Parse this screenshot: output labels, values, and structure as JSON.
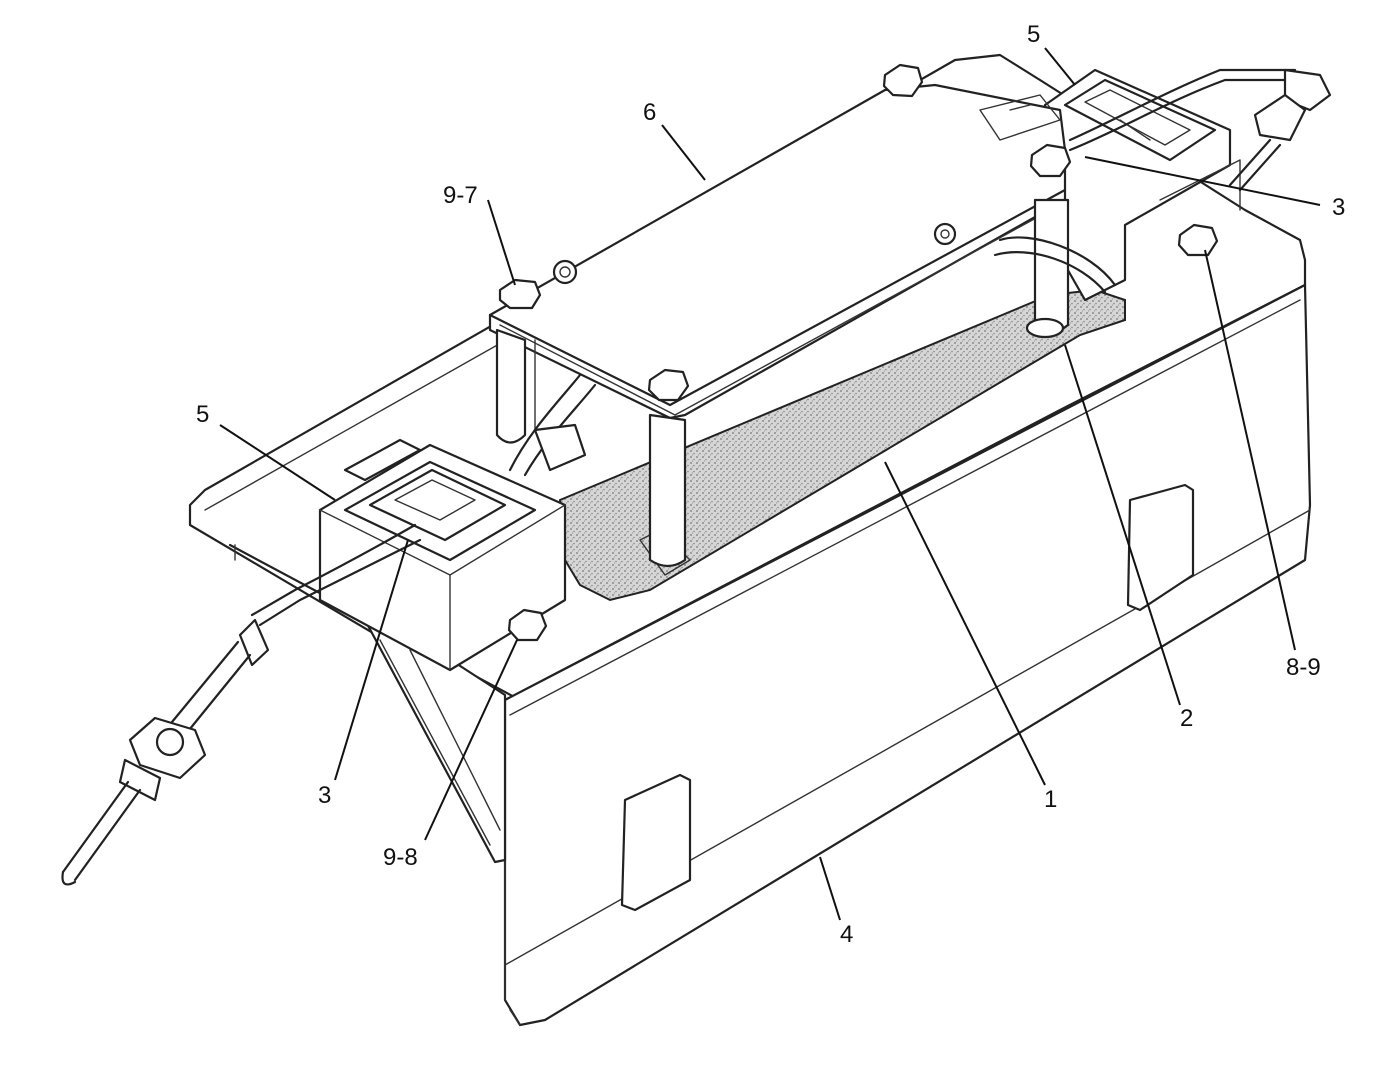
{
  "callouts": {
    "c1": "1",
    "c2": "2",
    "c3_left": "3",
    "c3_right": "3",
    "c4": "4",
    "c5_left": "5",
    "c5_right": "5",
    "c6": "6",
    "c8_9": "8-9",
    "c9_7": "9-7",
    "c9_8": "9-8"
  },
  "colors": {
    "line": "#222222",
    "background": "#ffffff",
    "gasket": "#bbbbbb"
  }
}
